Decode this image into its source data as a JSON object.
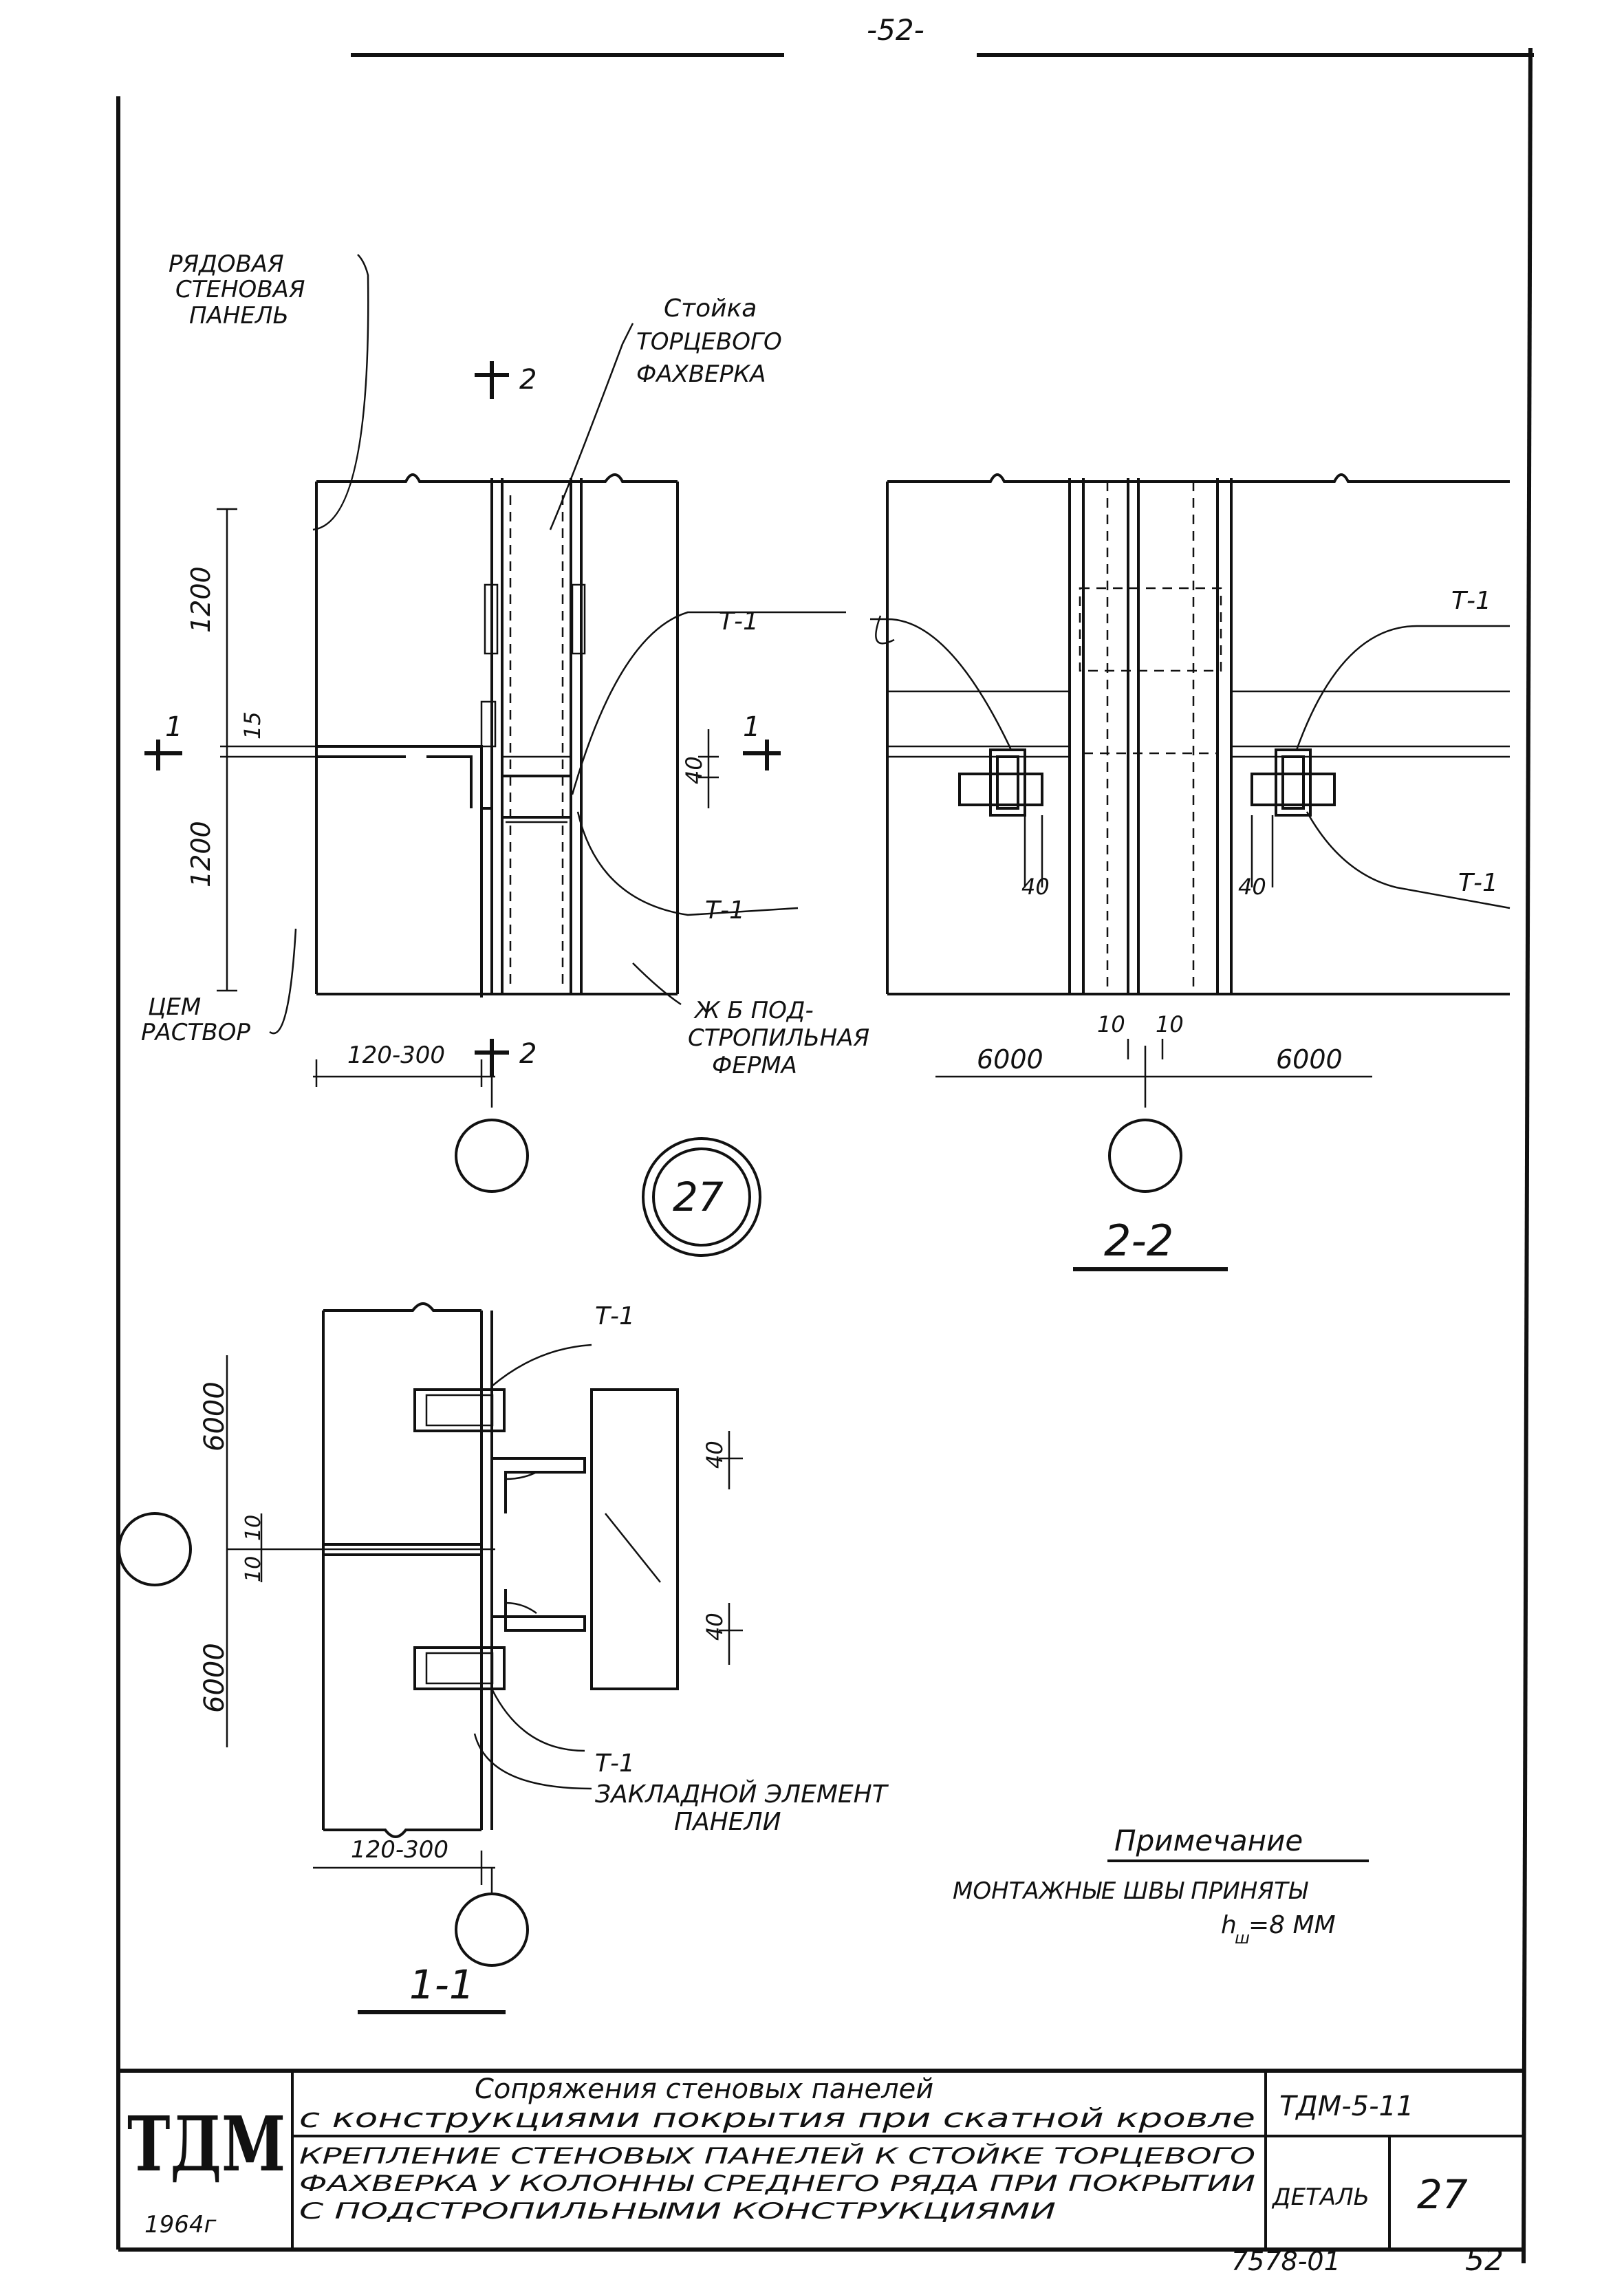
{
  "sheet": {
    "page_number_top": "-52-",
    "page_number_bottom": "52",
    "archive_number": "7578-01"
  },
  "labels": {
    "row_panel": [
      "РЯДОВАЯ",
      "СТЕНОВАЯ",
      "ПАНЕЛЬ"
    ],
    "post": [
      "Стойка",
      "ТОРЦЕВОГО",
      "ФАХВЕРКА"
    ],
    "mortar": [
      "ЦЕМ",
      "РАСТВОР"
    ],
    "truss": [
      "Ж Б ПОД-",
      "СТРОПИЛЬНАЯ",
      "ФЕРМА"
    ],
    "embedded": [
      "ЗАКЛАДНОЙ ЭЛЕМЕНТ",
      "ПАНЕЛИ"
    ],
    "t1": "Т-1",
    "section_2_top": "2",
    "section_2_bottom": "2",
    "section_1_left": "1",
    "section_1_right": "1"
  },
  "dimensions": {
    "upper_panel": "1200",
    "lower_panel": "1200",
    "gap_15": "15",
    "gap_40": "40",
    "range_120_300": "120-300",
    "span_left": "6000",
    "span_right": "6000",
    "half_10_left": "10",
    "half_10_right": "10",
    "v40_left": "40",
    "v40_right": "40",
    "sec1_6000_top": "6000",
    "sec1_6000_bottom": "6000",
    "sec1_10_top": "10",
    "sec1_10_bottom": "10",
    "sec1_40_top": "40",
    "sec1_40_bottom": "40",
    "sec1_range": "120-300"
  },
  "detail_marker": "27",
  "views": {
    "section_2_2": "2-2",
    "section_1_1": "1-1"
  },
  "note": {
    "title": "Примечание",
    "line1": "МОНТАЖНЫЕ ШВЫ ПРИНЯТЫ",
    "line2_prefix": "h",
    "line2_sub": "ш",
    "line2_value": "=8 ММ"
  },
  "title_block": {
    "org": "ТДМ",
    "year": "1964г",
    "title": "Сопряжения стеновых панелей",
    "title_line2": "с конструкциями покрытия при скатной кровле",
    "series": "ТДМ-5-11",
    "description": [
      "КРЕПЛЕНИЕ СТЕНОВЫХ ПАНЕЛЕЙ К СТОЙКЕ ТОРЦЕВОГО",
      "ФАХВЕРКА У КОЛОННЫ СРЕДНЕГО РЯДА ПРИ ПОКРЫТИИ",
      "С ПОДСТРОПИЛЬНЫМИ КОНСТРУКЦИЯМИ"
    ],
    "detail_label": "ДЕТАЛЬ",
    "detail_number": "27"
  }
}
